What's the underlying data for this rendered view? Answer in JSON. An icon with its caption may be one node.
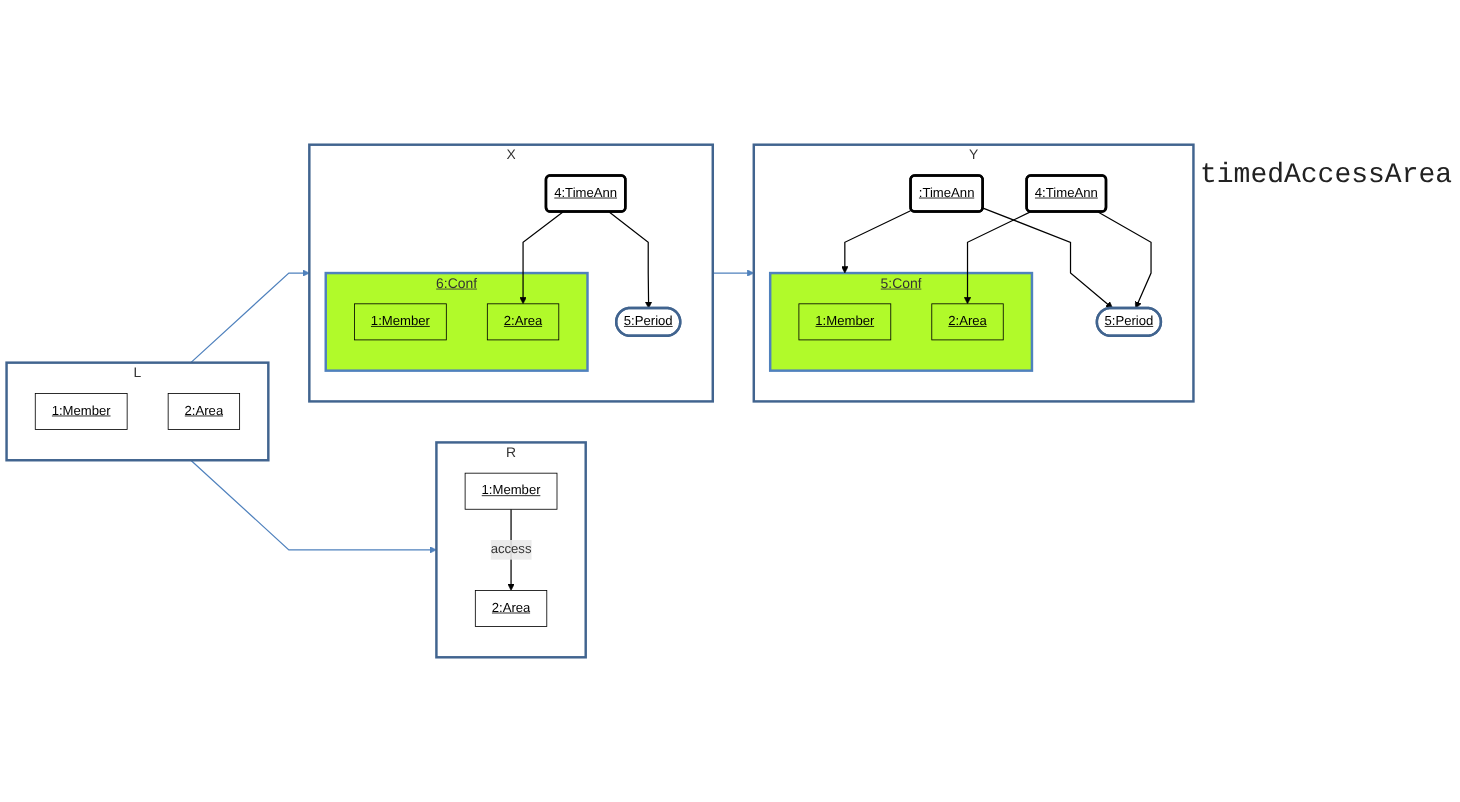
{
  "diagram": {
    "nodes": [
      {
        "text": [
          "L"
        ]
      },
      {
        "text": [
          "1:Member"
        ],
        "in": 0
      },
      {
        "text": [
          "2:Area"
        ],
        "in": 0
      },
      {
        "text": [
          "R"
        ]
      },
      {
        "text": [
          "1:Member"
        ],
        "in": 3
      },
      {
        "text": [
          "2:Area"
        ],
        "in": 3
      },
      {
        "text": [
          "X"
        ]
      },
      {
        "text": [
          "5:Period"
        ],
        "in": 6
      },
      {
        "text": [
          "6:Conf"
        ],
        "in": 6
      },
      {
        "text": [
          "1:Member"
        ],
        "in": 8
      },
      {
        "text": [
          "2:Area"
        ],
        "in": 8
      },
      {
        "text": [
          "4:TimeAnn"
        ],
        "in": 6
      },
      {
        "text": [
          "Y"
        ]
      },
      {
        "text": [
          ":TimeAnn"
        ],
        "in": 12
      },
      {
        "text": [
          "5:Conf"
        ],
        "in": 12
      },
      {
        "text": [
          "1:Member"
        ],
        "in": 14
      },
      {
        "text": [
          "2:Area"
        ],
        "in": 14
      },
      {
        "text": [
          "5:Period"
        ],
        "in": 12
      },
      {
        "text": [
          "4:TimeAnn"
        ],
        "in": 12
      }
    ],
    "edges": [
      {
        "from": 0,
        "to": 3,
        "arrow": "to",
        "color": "#4f81bd"
      },
      {
        "from": 4,
        "to": 5,
        "arrow": "to",
        "label": "access"
      },
      {
        "from": 0,
        "to": 6,
        "arrow": "to",
        "color": "#4f81bd"
      },
      {
        "from": 11,
        "to": 7,
        "arrow": "to"
      },
      {
        "from": 11,
        "to": 10,
        "arrow": "to"
      },
      {
        "from": 6,
        "to": 12,
        "arrow": "to",
        "color": "#4f81bd"
      },
      {
        "from": 13,
        "to": 17,
        "arrow": "to"
      },
      {
        "from": 13,
        "to": 14,
        "arrow": "to"
      },
      {
        "from": 18,
        "to": 17,
        "arrow": "to"
      },
      {
        "from": 18,
        "to": 16,
        "arrow": "to"
      }
    ],
    "labels": [
      "timedAccessArea"
    ]
  }
}
